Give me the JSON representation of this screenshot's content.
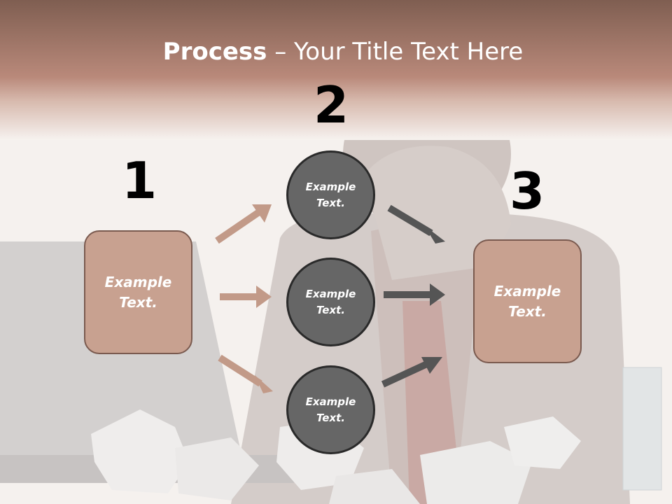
{
  "title": {
    "bold": "Process",
    "dash": " – ",
    "rest": "Your Title Text Here"
  },
  "steps": [
    {
      "number": "1",
      "box_text": "Example\nText."
    },
    {
      "number": "2",
      "circles": [
        "Example\nText.",
        "Example\nText.",
        "Example\nText."
      ]
    },
    {
      "number": "3",
      "box_text": "Example\nText."
    }
  ],
  "colors": {
    "header_gradient_top": "#8a6658",
    "header_gradient_mid": "#b98876",
    "box_fill": "#c8a190",
    "box_border": "#7a5a4f",
    "circle_fill": "#666666",
    "circle_border": "#2a2a2a",
    "arrow_light": "#c29a88",
    "arrow_dark": "#555555"
  }
}
